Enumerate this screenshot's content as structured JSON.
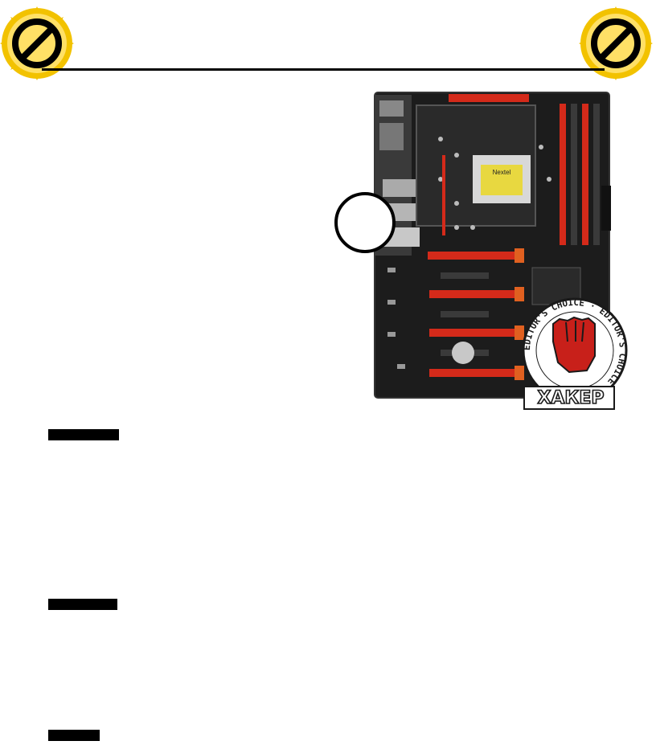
{
  "header": {
    "left_badge_icon": "prohibited-icon",
    "right_badge_icon": "prohibited-icon",
    "badge_ring_color": "#f2c200",
    "badge_fill_color": "#ffe066",
    "rule_color": "#000000"
  },
  "product_image": {
    "icon": "motherboard-icon",
    "board_color": "#1c1c1c",
    "accent_color": "#d42a1a",
    "chip_label": "Nextel",
    "award": {
      "icon": "raised-fist-icon",
      "ring_text": "EDITOR'S CHOICE · EDITOR'S CHOICE ·",
      "brand": "ХАКЕР",
      "fist_color": "#c8201a"
    }
  },
  "sections": [
    {
      "label": ""
    },
    {
      "label": ""
    },
    {
      "label": ""
    }
  ]
}
